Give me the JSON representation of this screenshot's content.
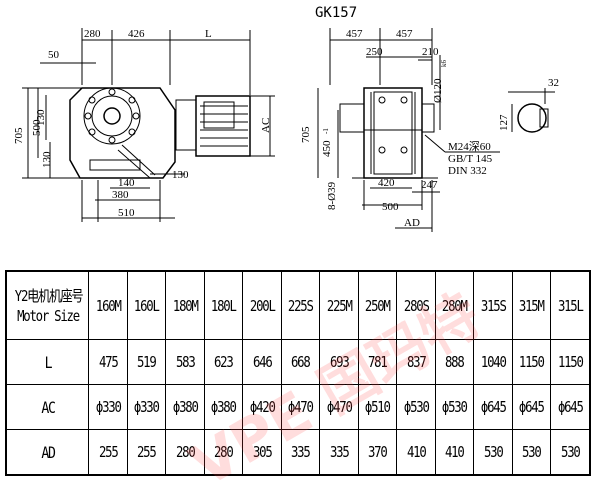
{
  "title": "GK157",
  "dims": {
    "d280": "280",
    "d426": "426",
    "dL": "L",
    "d50": "50",
    "d705a": "705",
    "d500a": "500",
    "d130a": "130",
    "d130b": "130",
    "dAC": "AC",
    "d140": "140",
    "d380": "380",
    "d130c": "130",
    "d510": "510",
    "d457a": "457",
    "d457b": "457",
    "d250": "250",
    "d210": "210",
    "d120": "Ø120",
    "d120sub": "k6",
    "d32": "32",
    "d127": "127",
    "d705b": "705",
    "d450": "450",
    "d450sub": "-1",
    "d8039": "8-Ø39",
    "d420": "420",
    "d247": "247",
    "d500b": "500",
    "dAD": "AD",
    "note1": "M24深60",
    "note2": "GB/T 145",
    "note3": "DIN 332"
  },
  "table": {
    "header_cn": "Y2电机机座号",
    "header_en": "Motor Size",
    "sizes": [
      "160M",
      "160L",
      "180M",
      "180L",
      "200L",
      "225S",
      "225M",
      "250M",
      "280S",
      "280M",
      "315S",
      "315M",
      "315L"
    ],
    "rows": [
      {
        "label": "L",
        "values": [
          "475",
          "519",
          "583",
          "623",
          "646",
          "668",
          "693",
          "781",
          "837",
          "888",
          "1040",
          "1150",
          "1150"
        ]
      },
      {
        "label": "AC",
        "values": [
          "ϕ330",
          "ϕ330",
          "ϕ380",
          "ϕ380",
          "ϕ420",
          "ϕ470",
          "ϕ470",
          "ϕ510",
          "ϕ530",
          "ϕ530",
          "ϕ645",
          "ϕ645",
          "ϕ645"
        ]
      },
      {
        "label": "AD",
        "values": [
          "255",
          "255",
          "280",
          "280",
          "305",
          "335",
          "335",
          "370",
          "410",
          "410",
          "530",
          "530",
          "530"
        ]
      }
    ]
  },
  "watermark": "VPE 国玛特"
}
